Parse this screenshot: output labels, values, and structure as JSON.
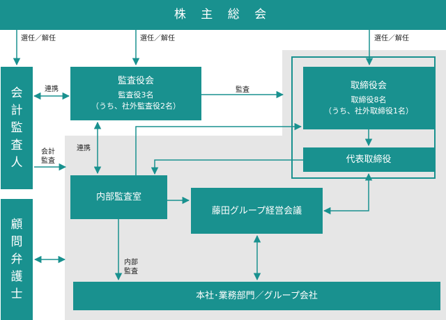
{
  "shareholders_meeting": "株 主 総 会",
  "board_of_auditors": {
    "title": "監査役会",
    "line1": "監査役3名",
    "line2": "（うち、社外監査役2名）"
  },
  "board_of_directors": {
    "title": "取締役会",
    "line1": "取締役8名",
    "line2": "（うち、社外取締役1名）"
  },
  "representative_director": "代表取締役",
  "internal_audit_office": "内部監査室",
  "management_council": "藤田グループ経営会議",
  "head_office": "本社･業務部門／グループ会社",
  "accounting_auditor": [
    "会",
    "計",
    "監",
    "査",
    "人"
  ],
  "legal_counsel": [
    "顧",
    "問",
    "弁",
    "護",
    "士"
  ],
  "labels": {
    "elect1": "選任／解任",
    "elect2": "選任／解任",
    "elect3": "選任／解任",
    "cooperation1": "連携",
    "cooperation2": "連携",
    "audit": "監査",
    "accounting_audit_1": "会計",
    "accounting_audit_2": "監査",
    "internal_audit_1": "内部",
    "internal_audit_2": "監査"
  },
  "colors": {
    "teal": "#19918f",
    "gray": "#e6e6e6"
  }
}
